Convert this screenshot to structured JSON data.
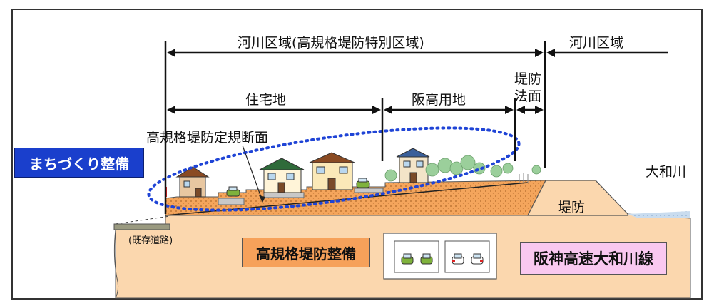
{
  "labels": {
    "river_area_special": "河川区域(高規格堤防特別区域)",
    "river_area": "河川区域",
    "residential": "住宅地",
    "hanshin_land": "阪高用地",
    "levee_slope_line1": "堤防",
    "levee_slope_line2": "法面",
    "standard_section": "高規格堤防定規断面",
    "machizukuri": "まちづくり整備",
    "yamato_river": "大和川",
    "levee": "堤防",
    "existing_road": "(既存道路)",
    "super_levee": "高規格堤防整備",
    "expressway": "阪神高速大和川線"
  },
  "colors": {
    "machizukuri_bg": "#1a3fcc",
    "super_levee_bg": "#f6a15a",
    "expressway_bg": "#f9c8f0",
    "ground": "#fbd7ae",
    "embankment": "#f4a55c",
    "water": "#c9dcef",
    "ellipse": "#1f44d6"
  },
  "icons": [
    "house-icon",
    "car-icon",
    "tree-icon",
    "tunnel-icon"
  ]
}
